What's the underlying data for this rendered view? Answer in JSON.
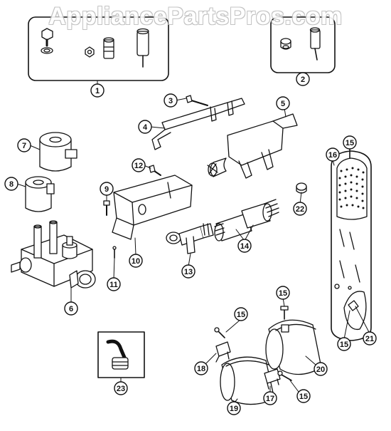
{
  "watermark": "AppliancePartsPros.com",
  "colors": {
    "ink": "#111111",
    "paper": "#ffffff",
    "shade": "#cfcfcf"
  },
  "callouts": [
    {
      "id": "c1",
      "label": "1"
    },
    {
      "id": "c2",
      "label": "2"
    },
    {
      "id": "c3",
      "label": "3"
    },
    {
      "id": "c4",
      "label": "4"
    },
    {
      "id": "c5",
      "label": "5"
    },
    {
      "id": "c7",
      "label": "7"
    },
    {
      "id": "c8",
      "label": "8"
    },
    {
      "id": "c6",
      "label": "6"
    },
    {
      "id": "c9",
      "label": "9"
    },
    {
      "id": "c12",
      "label": "12"
    },
    {
      "id": "c10",
      "label": "10"
    },
    {
      "id": "c11",
      "label": "11"
    },
    {
      "id": "c13",
      "label": "13"
    },
    {
      "id": "c14",
      "label": "14"
    },
    {
      "id": "c22",
      "label": "22"
    },
    {
      "id": "c15a",
      "label": "15"
    },
    {
      "id": "c16",
      "label": "16"
    },
    {
      "id": "c15b",
      "label": "15"
    },
    {
      "id": "c15c",
      "label": "15"
    },
    {
      "id": "c21",
      "label": "21"
    },
    {
      "id": "c15d",
      "label": "15"
    },
    {
      "id": "c18",
      "label": "18"
    },
    {
      "id": "c20",
      "label": "20"
    },
    {
      "id": "c17",
      "label": "17"
    },
    {
      "id": "c15e",
      "label": "15"
    },
    {
      "id": "c19",
      "label": "19"
    },
    {
      "id": "c23",
      "label": "23"
    }
  ]
}
